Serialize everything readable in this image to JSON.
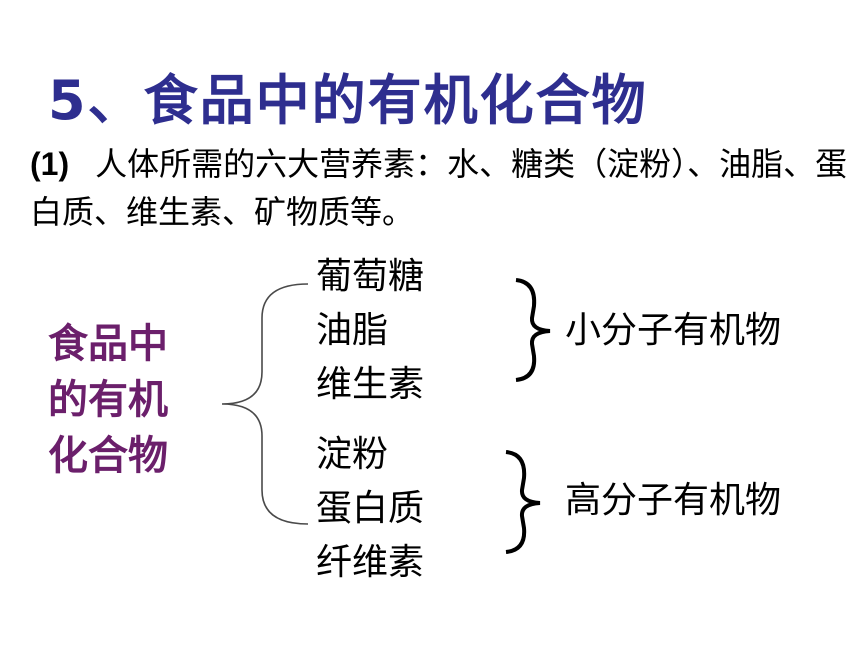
{
  "title": "5、食品中的有机化合物",
  "intro": {
    "number": "(1)",
    "text": "人体所需的六大营养素：水、糖类（淀粉）、油脂、蛋白质、维生素、矿物质等。"
  },
  "left_label": [
    "食品中",
    "的有机",
    "化合物"
  ],
  "groups": {
    "small": {
      "items": [
        "葡萄糖",
        "油脂",
        "维生素"
      ],
      "result": "小分子有机物"
    },
    "large": {
      "items": [
        "淀粉",
        "蛋白质",
        "纤维素"
      ],
      "result": "高分子有机物"
    }
  },
  "colors": {
    "title": "#2e2e8f",
    "left_label": "#6b1f6b",
    "text": "#000000"
  }
}
